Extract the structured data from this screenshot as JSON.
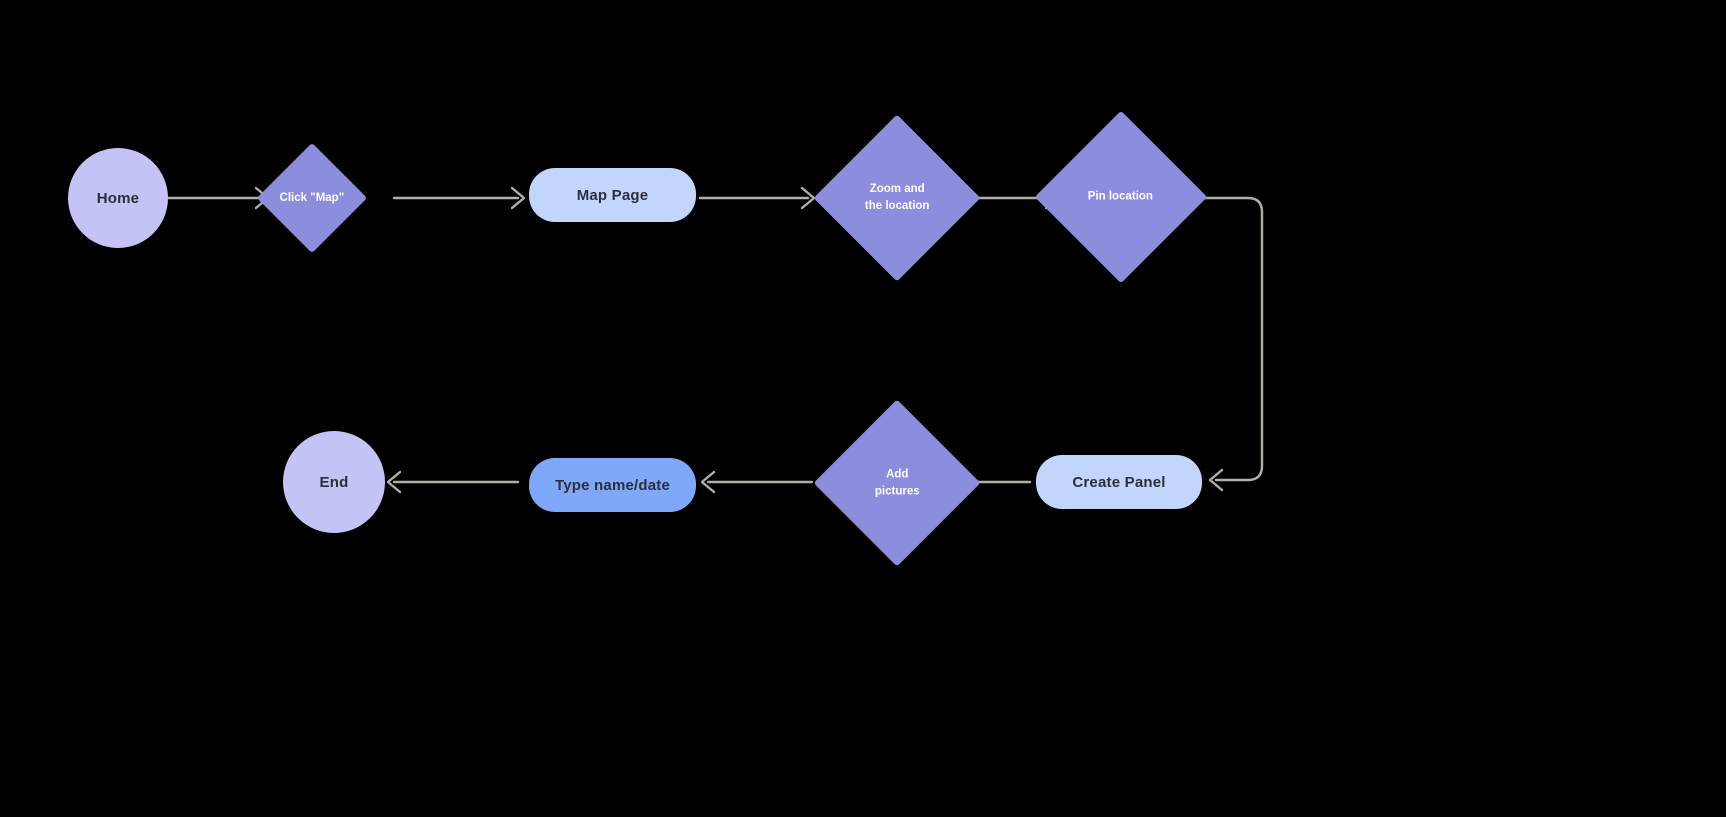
{
  "diagram": {
    "type": "flowchart",
    "background_color": "#000000",
    "connector_color": "#b0afa8",
    "palette": {
      "terminator_fill": "#c3c3f5",
      "decision_fill": "#8c8ddc",
      "process_fill": "#c2d6fd",
      "process_accent_fill": "#7fa8fb",
      "dark_text": "#2b2f3a",
      "light_text": "#ffffff"
    },
    "nodes": [
      {
        "id": "home",
        "shape": "circle",
        "label": "Home"
      },
      {
        "id": "click_map",
        "shape": "diamond",
        "label": "Click \"Map\""
      },
      {
        "id": "map_page",
        "shape": "rounded-rect",
        "label": "Map Page"
      },
      {
        "id": "zoom_location",
        "shape": "diamond",
        "label": "Zoom and\nthe location"
      },
      {
        "id": "pin_location",
        "shape": "diamond",
        "label": "Pin location"
      },
      {
        "id": "create_panel",
        "shape": "rounded-rect",
        "label": "Create Panel"
      },
      {
        "id": "add_pictures",
        "shape": "diamond",
        "label": "Add\npictures"
      },
      {
        "id": "type_name_date",
        "shape": "rounded-rect",
        "label": "Type name/date"
      },
      {
        "id": "end",
        "shape": "circle",
        "label": "End"
      }
    ],
    "edges": [
      {
        "from": "home",
        "to": "click_map",
        "direction": "right"
      },
      {
        "from": "click_map",
        "to": "map_page",
        "direction": "right"
      },
      {
        "from": "map_page",
        "to": "zoom_location",
        "direction": "right"
      },
      {
        "from": "zoom_location",
        "to": "pin_location",
        "direction": "right"
      },
      {
        "from": "pin_location",
        "to": "create_panel",
        "direction": "down-then-left"
      },
      {
        "from": "create_panel",
        "to": "add_pictures",
        "direction": "left"
      },
      {
        "from": "add_pictures",
        "to": "type_name_date",
        "direction": "left"
      },
      {
        "from": "type_name_date",
        "to": "end",
        "direction": "left"
      }
    ]
  }
}
